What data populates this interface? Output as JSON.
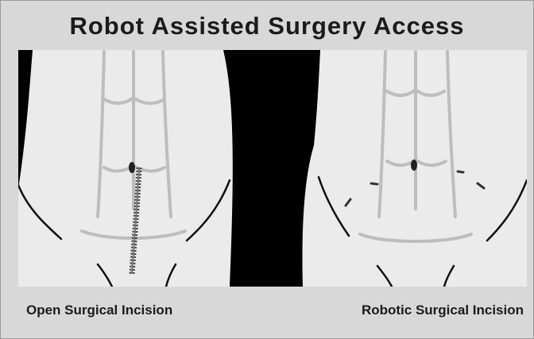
{
  "title": "Robot Assisted Surgery Access",
  "panels": [
    {
      "caption": "Open Surgical Incision",
      "incision_type": "single-long-midline-incision"
    },
    {
      "caption": "Robotic Surgical Incision",
      "incision_type": "multiple-small-port-incisions"
    }
  ],
  "colors": {
    "background": "#d8d8d8",
    "skin": "#ebebeb",
    "contour": "#bdbdbd",
    "outline": "#111111",
    "void": "#000000",
    "text": "#1b1b1b",
    "suture": "#444444"
  }
}
